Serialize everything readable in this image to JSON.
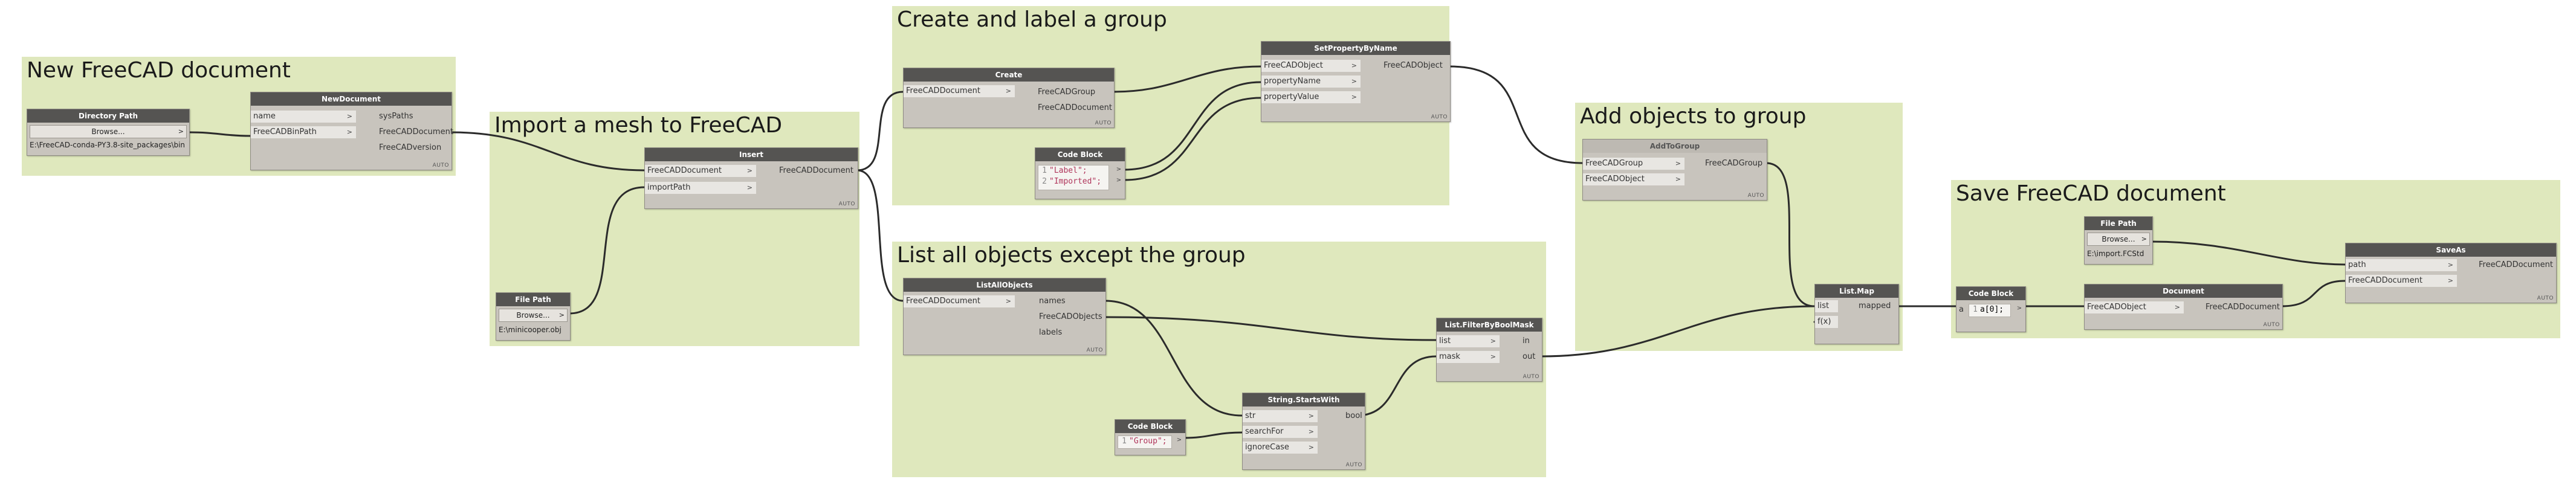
{
  "groups": [
    {
      "id": "g_new",
      "title": "New FreeCAD document"
    },
    {
      "id": "g_import",
      "title": "Import a mesh to FreeCAD"
    },
    {
      "id": "g_create",
      "title": "Create and label a group"
    },
    {
      "id": "g_list",
      "title": "List all objects except the group"
    },
    {
      "id": "g_add",
      "title": "Add objects to group"
    },
    {
      "id": "g_save",
      "title": "Save FreeCAD document"
    }
  ],
  "nodes": {
    "dirpath": {
      "title": "Directory Path",
      "browse": "Browse...",
      "value": "E:\\FreeCAD-conda-PY3.8-site_packages\\bin"
    },
    "newdoc": {
      "title": "NewDocument",
      "inputs": [
        "name",
        "FreeCADBinPath"
      ],
      "outputs": [
        "sysPaths",
        "FreeCADDocument",
        "FreeCADversion"
      ],
      "lacing": "AUTO"
    },
    "insert": {
      "title": "Insert",
      "inputs": [
        "FreeCADDocument",
        "importPath"
      ],
      "outputs": [
        "FreeCADDocument"
      ],
      "lacing": "AUTO"
    },
    "filepath1": {
      "title": "File Path",
      "browse": "Browse...",
      "value": "E:\\minicooper.obj"
    },
    "create": {
      "title": "Create",
      "inputs": [
        "FreeCADDocument"
      ],
      "outputs": [
        "FreeCADGroup",
        "FreeCADDocument"
      ],
      "lacing": "AUTO"
    },
    "codeblock1": {
      "title": "Code Block",
      "lines": [
        "\"Label\";",
        "\"Imported\";"
      ]
    },
    "setprop": {
      "title": "SetPropertyByName",
      "inputs": [
        "FreeCADObject",
        "propertyName",
        "propertyValue"
      ],
      "outputs": [
        "FreeCADObject"
      ],
      "lacing": "AUTO"
    },
    "listall": {
      "title": "ListAllObjects",
      "inputs": [
        "FreeCADDocument"
      ],
      "outputs": [
        "names",
        "FreeCADObjects",
        "labels"
      ],
      "lacing": "AUTO"
    },
    "codeblock2": {
      "title": "Code Block",
      "lines": [
        "\"Group\";"
      ]
    },
    "startswith": {
      "title": "String.StartsWith",
      "inputs": [
        "str",
        "searchFor",
        "ignoreCase"
      ],
      "outputs": [
        "bool"
      ],
      "lacing": "AUTO"
    },
    "filterbool": {
      "title": "List.FilterByBoolMask",
      "inputs": [
        "list",
        "mask"
      ],
      "outputs": [
        "in",
        "out"
      ],
      "lacing": "AUTO"
    },
    "addtogroup": {
      "title": "AddToGroup",
      "inputs": [
        "FreeCADGroup",
        "FreeCADObject"
      ],
      "outputs": [
        "FreeCADGroup"
      ],
      "lacing": "AUTO"
    },
    "listmap": {
      "title": "List.Map",
      "inputs": [
        "list",
        "f(x)"
      ],
      "outputs": [
        "mapped"
      ]
    },
    "codeblock3": {
      "title": "Code Block",
      "port_label": "a",
      "lines": [
        "a[0];"
      ]
    },
    "filepath2": {
      "title": "File Path",
      "browse": "Browse...",
      "value": "E:\\import.FCStd"
    },
    "document": {
      "title": "Document",
      "inputs": [
        "FreeCADObject"
      ],
      "outputs": [
        "FreeCADDocument"
      ],
      "lacing": "AUTO"
    },
    "saveas": {
      "title": "SaveAs",
      "inputs": [
        "path",
        "FreeCADDocument"
      ],
      "outputs": [
        "FreeCADDocument"
      ],
      "lacing": "AUTO"
    }
  },
  "colors": {
    "canvas": "#ffffff",
    "group": "#dfe8bd",
    "node_body": "#c8c4bd",
    "node_header": "#555452",
    "wire": "#2b2b2b",
    "string": "#b0355b"
  }
}
